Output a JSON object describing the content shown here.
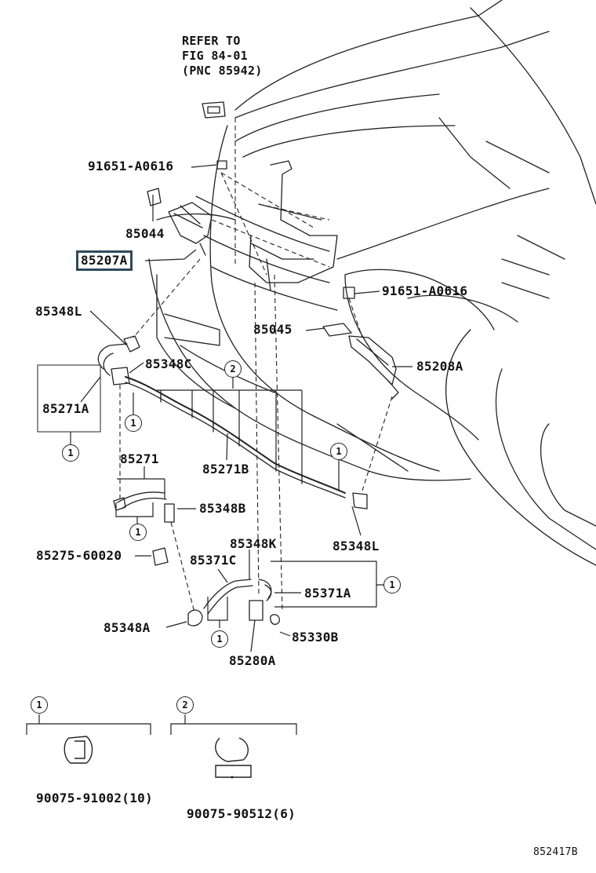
{
  "refer_note": [
    "REFER TO",
    "FIG 84-01",
    "(PNC 85942)"
  ],
  "parts": {
    "bolt_upper": "91651-A0616",
    "bolt_right": "91651-A0616",
    "cap_left": "85044",
    "nozzle_left": "85207A",
    "cap_right": "85045",
    "nozzle_right": "85208A",
    "elbow_left_top": "85348L",
    "tee": "85348C",
    "hose_left": "85271A",
    "hose_main": "85271B",
    "hose_lower": "85271",
    "conn_b": "85348B",
    "grommet": "85275-60020",
    "conn_k": "85348K",
    "hose_c": "85371C",
    "hose_a": "85371A",
    "elbow_right": "85348L",
    "conn_a": "85348A",
    "valve": "85280A",
    "plug": "85330B"
  },
  "callouts": {
    "one": "1",
    "two": "2"
  },
  "legend": {
    "clamp1_part": "90075-91002(10)",
    "clamp2_part": "90075-90512(6)"
  },
  "footer_code": "852417B"
}
